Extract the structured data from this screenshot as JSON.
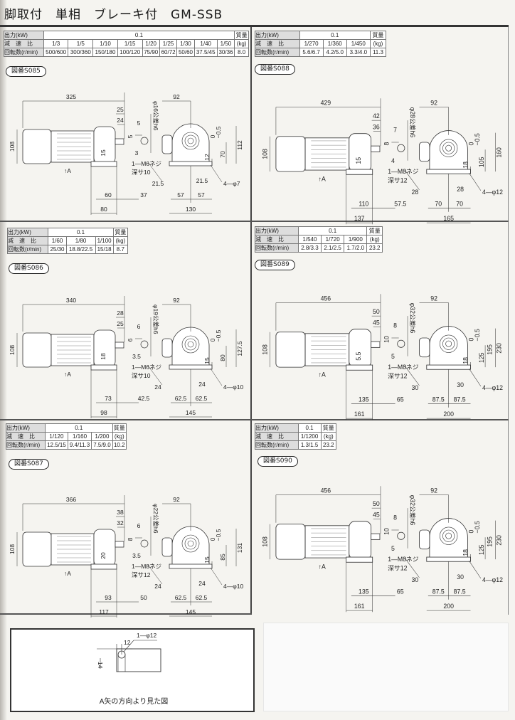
{
  "header": {
    "title": "脚取付　単相　ブレーキ付　GM-SSB"
  },
  "labels": {
    "output": "出力(kW)",
    "ratio": "減　速　比",
    "rpm": "回転数(r/min)",
    "mass": "質量",
    "mass_unit": "(kg)",
    "tol_upper": "0",
    "tol_lower": "−0.5",
    "arrow_a": "↑A"
  },
  "panels": [
    {
      "id": "S085",
      "badge": "図番S085",
      "output": "0.1",
      "ratios": [
        "1/3",
        "1/5",
        "1/10",
        "1/15",
        "1/20",
        "1/25",
        "1/30",
        "1/40",
        "1/50"
      ],
      "rpms": [
        "500/600",
        "300/360",
        "150/180",
        "100/120",
        "75/90",
        "60/72",
        "50/60",
        "37.5/45",
        "30/36"
      ],
      "mass": "8.0",
      "dims": {
        "L": "325",
        "sA": "25",
        "sB": "24",
        "H": "108",
        "inner": "15",
        "baseA": "60",
        "tail": "37",
        "baseB": "80",
        "keyW": "5",
        "keyH": "5",
        "keyT": "3",
        "dia": "φ16公差h6",
        "tap": "1—M6ネジ",
        "depth": "深サ10",
        "W": "92",
        "Htot": "112",
        "Htot2": "",
        "Hc": "70",
        "footT": "12",
        "holes": "4—φ7",
        "footC": "21.5",
        "half": "57",
        "baseW": "130"
      }
    },
    {
      "id": "S088",
      "badge": "図番S088",
      "output": "0.1",
      "ratios": [
        "1/270",
        "1/360",
        "1/450"
      ],
      "rpms": [
        "5.6/6.7",
        "4.2/5.0",
        "3.3/4.0"
      ],
      "mass": "11.3",
      "dims": {
        "L": "429",
        "sA": "42",
        "sB": "36",
        "H": "108",
        "inner": "15",
        "baseA": "110",
        "tail": "57.5",
        "baseB": "137",
        "keyW": "7",
        "keyH": "8",
        "keyT": "4",
        "dia": "φ28公差h6",
        "tap": "1—M8ネジ",
        "depth": "深サ12",
        "W": "92",
        "Htot": "160",
        "Htot2": "",
        "Hc": "105",
        "footT": "18",
        "holes": "4—φ12",
        "footC": "28",
        "half": "70",
        "baseW": "165"
      }
    },
    {
      "id": "S086",
      "badge": "図番S086",
      "output": "0.1",
      "ratios": [
        "1/60",
        "1/80",
        "1/100"
      ],
      "rpms": [
        "25/30",
        "18.8/22.5",
        "15/18"
      ],
      "mass": "8.7",
      "dims": {
        "L": "340",
        "sA": "28",
        "sB": "25",
        "H": "108",
        "inner": "18",
        "baseA": "73",
        "tail": "42.5",
        "baseB": "98",
        "keyW": "6",
        "keyH": "6",
        "keyT": "3.5",
        "dia": "φ19公差h6",
        "tap": "1—M6ネジ",
        "depth": "深サ10",
        "W": "92",
        "Htot": "127.5",
        "Htot2": "",
        "Hc": "80",
        "footT": "15",
        "holes": "4—φ10",
        "footC": "24",
        "half": "62.5",
        "baseW": "145"
      }
    },
    {
      "id": "S089",
      "badge": "図番S089",
      "output": "0.1",
      "ratios": [
        "1/540",
        "1/720",
        "1/900"
      ],
      "rpms": [
        "2.8/3.3",
        "2.1/2.5",
        "1.7/2.0"
      ],
      "mass": "23.2",
      "dims": {
        "L": "456",
        "sA": "50",
        "sB": "45",
        "H": "108",
        "inner": "5.5",
        "baseA": "135",
        "tail": "65",
        "baseB": "161",
        "keyW": "8",
        "keyH": "10",
        "keyT": "5",
        "dia": "φ32公差h6",
        "tap": "1—M8ネジ",
        "depth": "深サ12",
        "W": "92",
        "Htot": "230",
        "Htot2": "195",
        "Hc": "125",
        "footT": "18",
        "holes": "4—φ12",
        "footC": "30",
        "half": "87.5",
        "baseW": "200"
      }
    },
    {
      "id": "S087",
      "badge": "図番S087",
      "output": "0.1",
      "ratios": [
        "1/120",
        "1/160",
        "1/200"
      ],
      "rpms": [
        "12.5/15",
        "9.4/11.3",
        "7.5/9.0"
      ],
      "mass": "10.2",
      "dims": {
        "L": "366",
        "sA": "38",
        "sB": "32",
        "H": "108",
        "inner": "20",
        "baseA": "93",
        "tail": "50",
        "baseB": "117",
        "keyW": "6",
        "keyH": "8",
        "keyT": "3.5",
        "dia": "φ22公差h6",
        "tap": "1—M8ネジ",
        "depth": "深サ12",
        "W": "92",
        "Htot": "131",
        "Htot2": "",
        "Hc": "85",
        "footT": "15",
        "holes": "4—φ10",
        "footC": "24",
        "half": "62.5",
        "baseW": "145"
      }
    },
    {
      "id": "S090",
      "badge": "図番S090",
      "output": "0.1",
      "ratios": [
        "1/1200"
      ],
      "rpms": [
        "1.3/1.5"
      ],
      "mass": "23.2",
      "dims": {
        "L": "456",
        "sA": "50",
        "sB": "45",
        "H": "108",
        "inner": "",
        "baseA": "135",
        "tail": "65",
        "baseB": "161",
        "keyW": "8",
        "keyH": "10",
        "keyT": "5",
        "dia": "φ32公差h6",
        "tap": "1—M8ネジ",
        "depth": "深サ12",
        "W": "92",
        "Htot": "230",
        "Htot2": "195",
        "Hc": "125",
        "footT": "18",
        "holes": "4—φ12",
        "footC": "30",
        "half": "87.5",
        "baseW": "200"
      }
    }
  ],
  "view_a": {
    "caption": "A矢の方向より見た図",
    "dim_w": "12",
    "dim_h": "14",
    "hole": "1—φ12"
  }
}
